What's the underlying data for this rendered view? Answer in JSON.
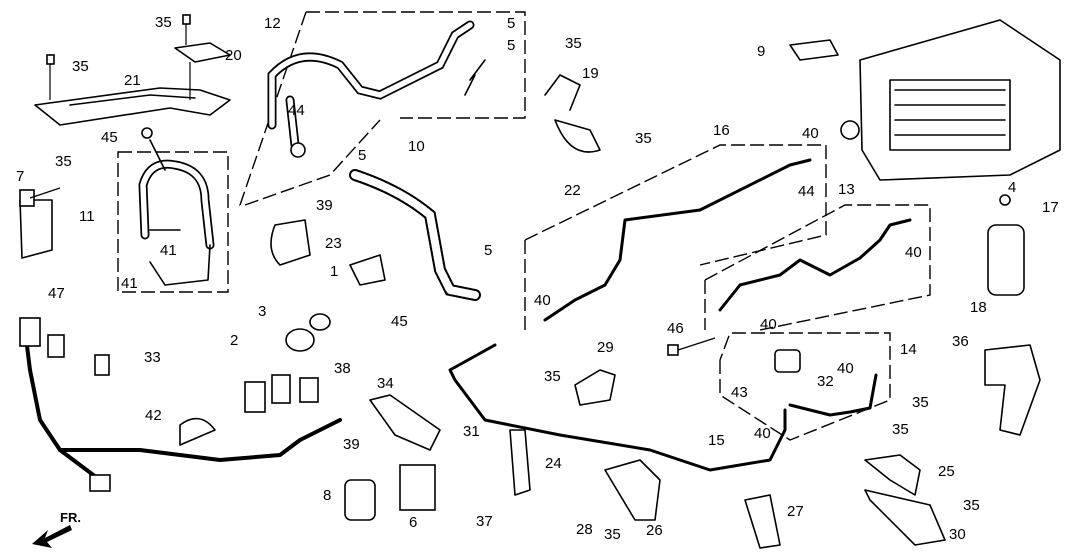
{
  "diagram": {
    "callouts": [
      "35",
      "20",
      "35",
      "21",
      "12",
      "5",
      "5",
      "35",
      "19",
      "9",
      "44",
      "45",
      "35",
      "7",
      "10",
      "5",
      "39",
      "11",
      "41",
      "41",
      "23",
      "22",
      "35",
      "16",
      "40",
      "44",
      "13",
      "4",
      "17",
      "40",
      "1",
      "5",
      "45",
      "47",
      "3",
      "2",
      "33",
      "40",
      "46",
      "40",
      "18",
      "36",
      "14",
      "40",
      "32",
      "43",
      "29",
      "35",
      "38",
      "34",
      "42",
      "31",
      "24",
      "40",
      "15",
      "35",
      "35",
      "25",
      "39",
      "8",
      "6",
      "37",
      "28",
      "26",
      "35",
      "27",
      "35",
      "30"
    ],
    "front_indicator": "FR.",
    "line_color": "#000000",
    "background": "#ffffff"
  }
}
